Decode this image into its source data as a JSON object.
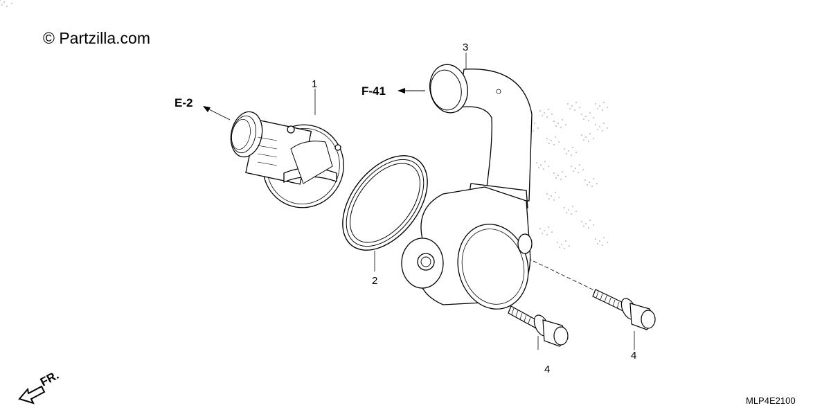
{
  "header": {
    "watermark": "© Partzilla.com"
  },
  "footer": {
    "diagram_code": "MLP4E2100"
  },
  "references": {
    "e2": "E-2",
    "f41": "F-41",
    "front": "FR."
  },
  "callouts": {
    "thermostat": "1",
    "gasket": "2",
    "housing": "3",
    "bolt_left": "4",
    "bolt_right": "4"
  }
}
